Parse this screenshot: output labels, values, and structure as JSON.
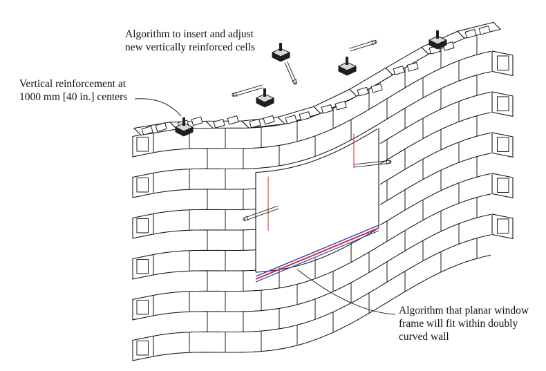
{
  "annotations": {
    "insert_cells": [
      "Algorithm to insert and adjust",
      "new vertically reinforced cells"
    ],
    "vertical_reinforcement": [
      "Vertical reinforcement at",
      "1000 mm [40 in.] centers"
    ],
    "window_frame": [
      "Algorithm that planar window",
      "frame will fit within doubly",
      "curved wall"
    ]
  },
  "colors": {
    "line": "#1a1a1a",
    "rebar_red": "#d42020",
    "rebar_blue": "#2a3cc0",
    "background": "#ffffff"
  },
  "icons": [
    "concrete-block",
    "vertical-rebar-connector",
    "arrow"
  ]
}
